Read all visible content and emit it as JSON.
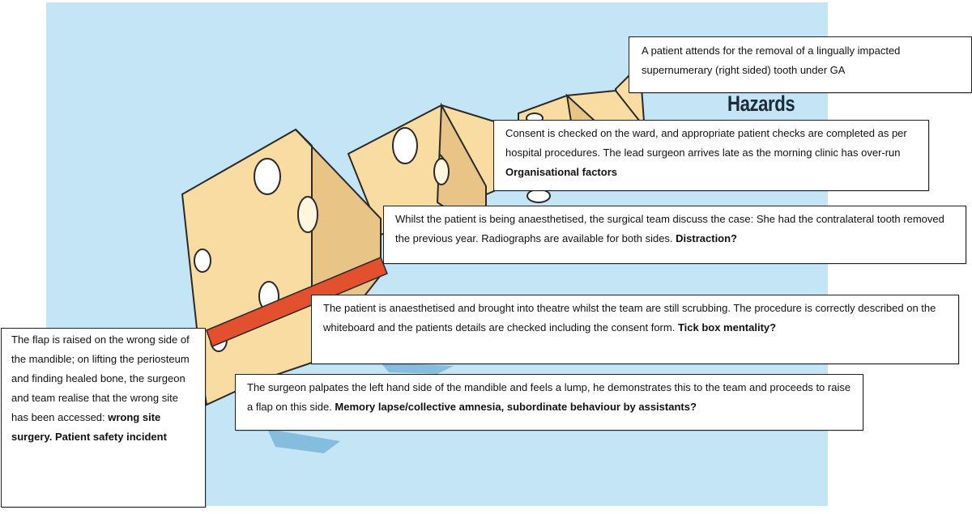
{
  "diagram": {
    "hazards_label": "Hazards",
    "colors": {
      "background": "#c3e5f6",
      "cheese": "#f8dca2",
      "outline": "#2a2a2a",
      "arrow": "#e2502e",
      "shadow": "#7eb8dc"
    }
  },
  "boxes": [
    {
      "text": "A patient attends for the removal of a lingually impacted supernumerary (right sided) tooth under GA",
      "bold": ""
    },
    {
      "text": "Consent is checked on the ward, and appropriate patient checks are completed as per hospital procedures. The lead surgeon arrives late as the morning clinic has over-run ",
      "bold": "Organisational factors"
    },
    {
      "text": "Whilst the patient is being anaesthetised, the surgical team discuss the case: She had the contralateral tooth removed the previous year. Radiographs are available for both sides. ",
      "bold": "Distraction?"
    },
    {
      "text": "The patient is anaesthetised and brought into theatre whilst the team are still scrubbing. The procedure is correctly described on the whiteboard and the patients details are checked including the consent form.  ",
      "bold": "Tick box mentality?"
    },
    {
      "text": "The surgeon palpates the left hand side of the mandible and feels a lump, he demonstrates this to the team and proceeds to raise a flap on this side. ",
      "bold": "Memory lapse/collective amnesia, subordinate behaviour by assistants?"
    },
    {
      "text": "The flap is raised on the wrong side of the mandible; on lifting the periosteum and finding healed bone, the surgeon and team realise that the wrong site has been accessed: ",
      "bold": "wrong site surgery. Patient safety incident"
    }
  ]
}
